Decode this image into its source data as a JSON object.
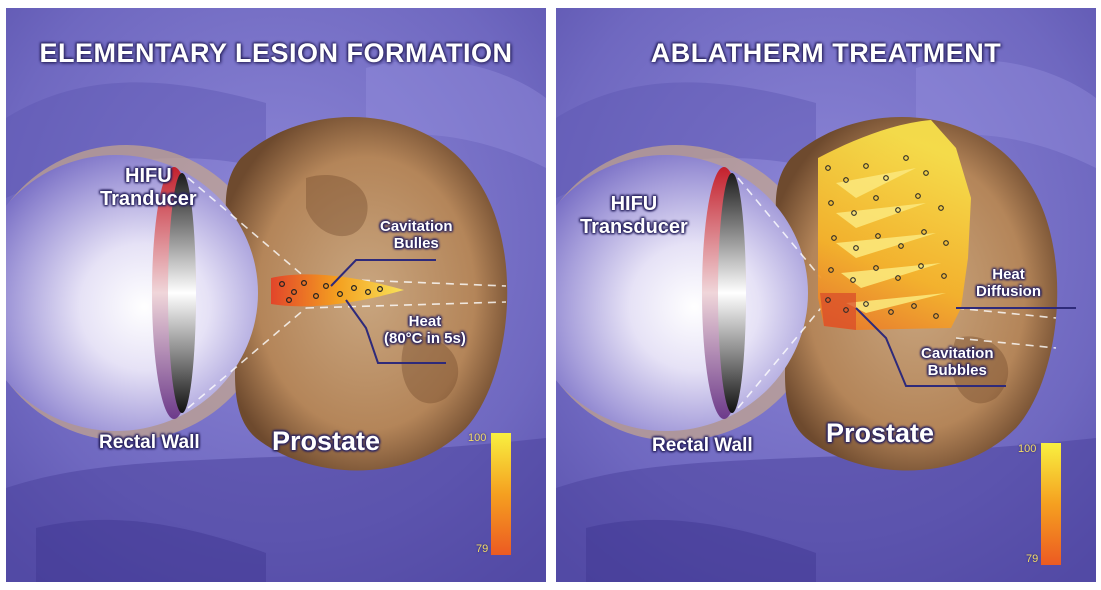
{
  "panels": [
    {
      "title": "ELEMENTARY LESION FORMATION",
      "transducer_label": "HIFU\nTranducer",
      "cavitation_label": "Cavitation\nBulles",
      "heat_label": "Heat\n(80°C in 5s)",
      "rectal_wall_label": "Rectal Wall",
      "prostate_label": "Prostate",
      "scale_max": "100",
      "scale_min": "79"
    },
    {
      "title": "ABLATHERM TREATMENT",
      "transducer_label": "HIFU\nTransducer",
      "heat_diffusion_label": "Heat\nDiffusion",
      "cavitation_label": "Cavitation\nBubbles",
      "rectal_wall_label": "Rectal Wall",
      "prostate_label": "Prostate",
      "scale_max": "100",
      "scale_min": "79"
    }
  ],
  "colors": {
    "background": "#7b74c8",
    "prostate": "#b98d66",
    "lesion": "#f2b420",
    "callout_line": "#2e2a7a"
  }
}
